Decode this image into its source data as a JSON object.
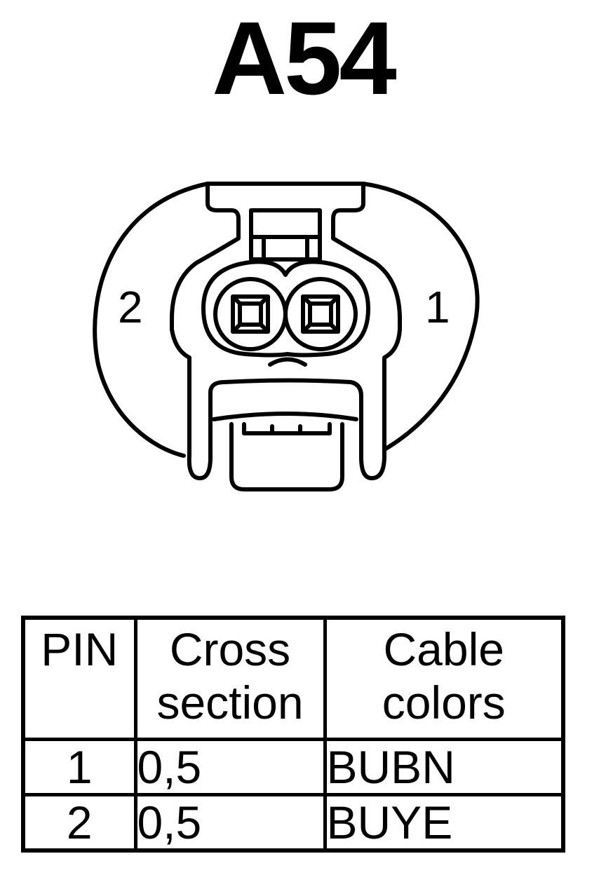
{
  "title": "A54",
  "connector": {
    "pin_labels": [
      "2",
      "1"
    ]
  },
  "table": {
    "headers": {
      "pin": "PIN",
      "cross_section": [
        "Cross",
        "section"
      ],
      "cable_colors": [
        "Cable",
        "colors"
      ]
    },
    "rows": [
      {
        "pin": "1",
        "cross_section": "0,5",
        "cable_color": "BUBN"
      },
      {
        "pin": "2",
        "cross_section": "0,5",
        "cable_color": "BUYE"
      }
    ]
  }
}
